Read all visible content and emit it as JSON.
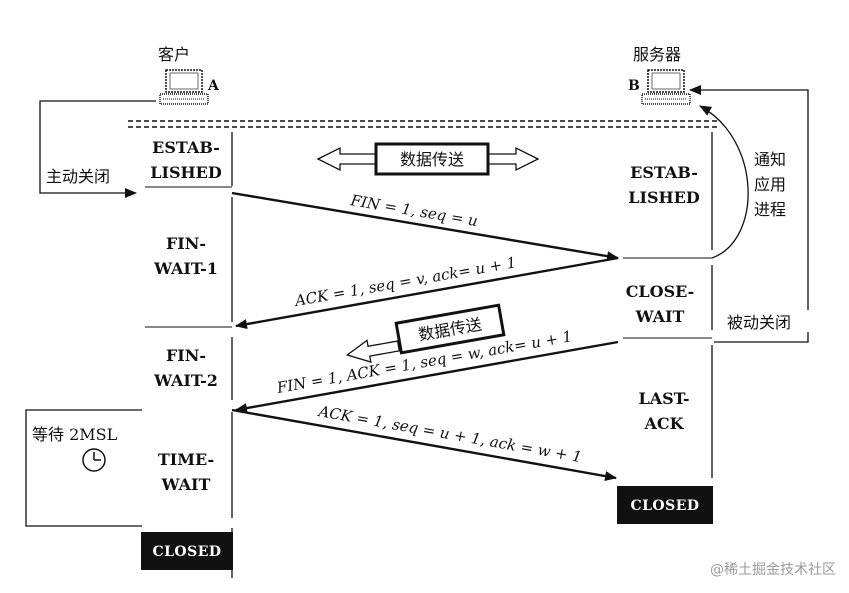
{
  "client": {
    "label": "客户",
    "host": "A"
  },
  "server": {
    "label": "服务器",
    "host": "B"
  },
  "left_notes": {
    "active_close": "主动关闭",
    "wait_2msl": "等待 2MSL"
  },
  "right_notes": {
    "notify_app": [
      "通知",
      "应用",
      "进程"
    ],
    "passive_close": "被动关闭"
  },
  "data_transfer": "数据传送",
  "client_states": {
    "established": [
      "ESTAB-",
      "LISHED"
    ],
    "fin_wait_1": [
      "FIN-",
      "WAIT-1"
    ],
    "fin_wait_2": [
      "FIN-",
      "WAIT-2"
    ],
    "time_wait": [
      "TIME-",
      "WAIT"
    ],
    "closed": "CLOSED"
  },
  "server_states": {
    "established": [
      "ESTAB-",
      "LISHED"
    ],
    "close_wait": [
      "CLOSE-",
      "WAIT"
    ],
    "last_ack": [
      "LAST-",
      "ACK"
    ],
    "closed": "CLOSED"
  },
  "messages": [
    "FIN = 1, seq = u",
    "ACK = 1, seq = v, ack= u + 1",
    "FIN = 1, ACK = 1, seq = w, ack= u + 1",
    "ACK = 1, seq = u + 1, ack = w + 1"
  ],
  "watermark": "@稀土掘金技术社区"
}
